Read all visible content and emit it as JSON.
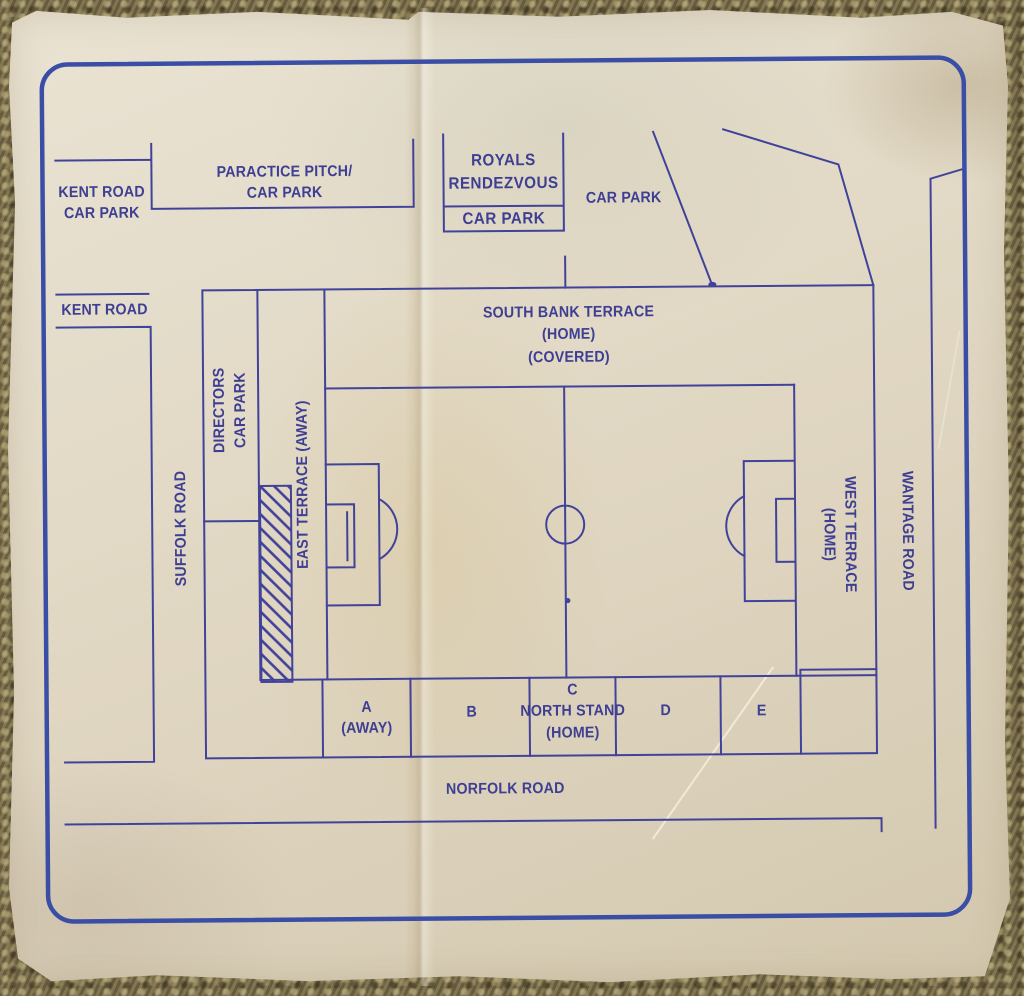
{
  "document": {
    "kind": "stadium ground plan (scanned ticket diagram)",
    "colors": {
      "ink": "#3e3f93",
      "border": "#3a4ea6",
      "paper": "#e4dcc9",
      "background_carpet": "#776c4b"
    }
  },
  "labels": {
    "kent_road_car_park": [
      "KENT ROAD",
      "CAR PARK"
    ],
    "practice_pitch": [
      "PARACTICE PITCH/",
      "CAR PARK"
    ],
    "royals_rendezvous": [
      "ROYALS",
      "RENDEZVOUS"
    ],
    "royals_car_park": "CAR PARK",
    "car_park_north": "CAR PARK",
    "kent_road": "KENT ROAD",
    "south_bank_terrace": [
      "SOUTH BANK TERRACE",
      "(HOME)",
      "(COVERED)"
    ],
    "directors_car_park": [
      "DIRECTORS",
      "CAR PARK"
    ],
    "east_terrace": "EAST TERRACE (AWAY)",
    "suffolk_road": "SUFFOLK ROAD",
    "west_terrace": [
      "WEST TERRACE",
      "(HOME)"
    ],
    "wantage_road": "WANTAGE ROAD",
    "north_stand_sections": {
      "a": [
        "A",
        "(AWAY)"
      ],
      "b": "B",
      "c": [
        "C",
        "NORTH STAND",
        "(HOME)"
      ],
      "d": "D",
      "e": "E"
    },
    "norfolk_road": "NORFOLK ROAD"
  }
}
